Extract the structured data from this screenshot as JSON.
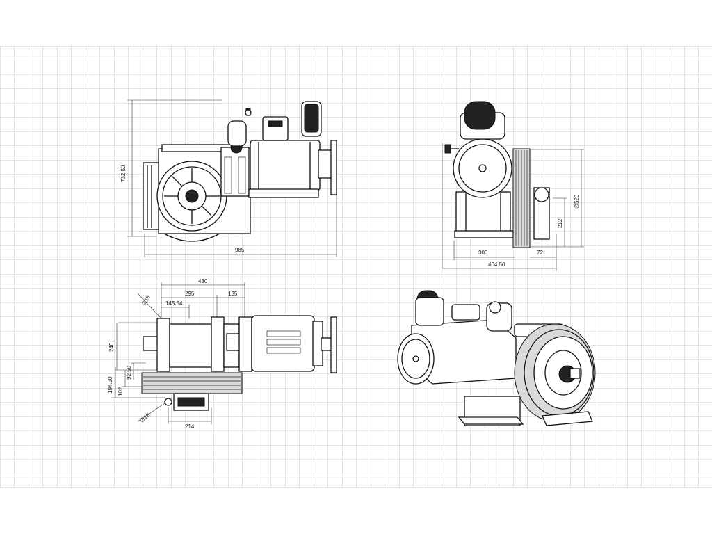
{
  "drawing": {
    "front_view": {
      "height_dim": "732.50",
      "width_dim": "985"
    },
    "side_view": {
      "diameter_dim": "∅520",
      "height_dim": "212",
      "width_dim_1": "300",
      "width_dim_2": "72",
      "overall_dim": "404.50"
    },
    "top_view": {
      "overall_dim": "430",
      "dim_295": "295",
      "dim_135": "135",
      "dim_145": "145.54",
      "hole_top": "∅18",
      "hole_bottom": "∅18",
      "dim_240": "240",
      "dim_194": "194.50",
      "dim_92": "92.50",
      "dim_102": "102",
      "dim_214": "214"
    }
  }
}
